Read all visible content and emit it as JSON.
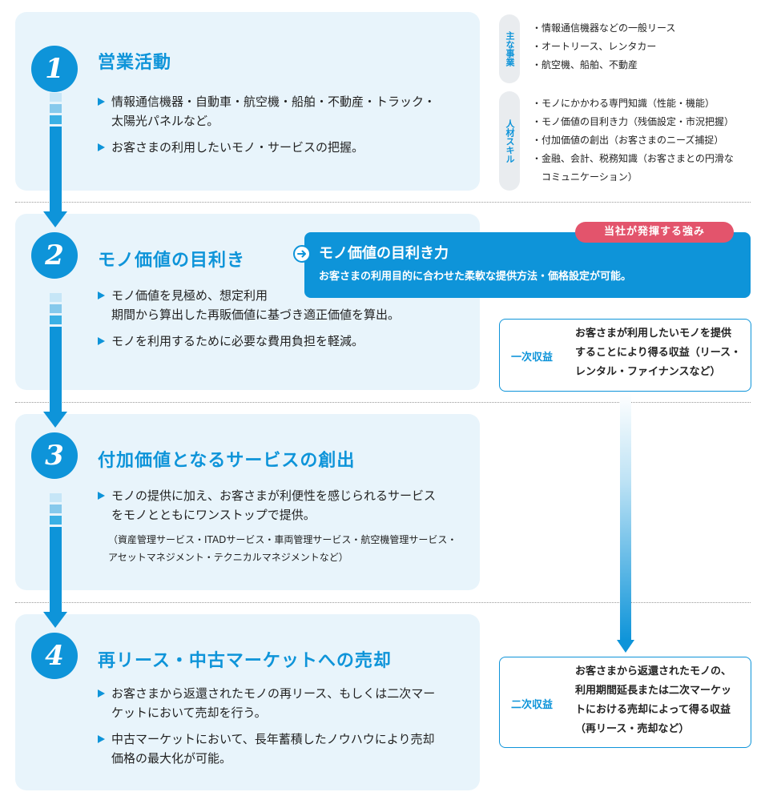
{
  "steps": [
    {
      "number": "1",
      "title": "営業活動",
      "bullets": [
        "情報通信機器・自動車・航空機・船舶・不動産・トラック・\n太陽光パネルなど。",
        "お客さまの利用したいモノ・サービスの把握。"
      ]
    },
    {
      "number": "2",
      "title": "モノ価値の目利き",
      "bullets": [
        "モノ価値を見極め、想定利用\n期間から算出した再販価値に基づき適正価値を算出。",
        "モノを利用するために必要な費用負担を軽減。"
      ]
    },
    {
      "number": "3",
      "title": "付加価値となるサービスの創出",
      "bullets": [
        "モノの提供に加え、お客さまが利便性を感じられるサービス\nをモノとともにワンストップで提供。"
      ],
      "note": "（資産管理サービス・ITADサービス・車両管理サービス・航空機管理サービス・\nアセットマネジメント・テクニカルマネジメントなど）"
    },
    {
      "number": "4",
      "title": "再リース・中古マーケットへの売却",
      "bullets": [
        "お客さまから返還されたモノの再リース、もしくは二次マー\nケットにおいて売却を行う。",
        "中古マーケットにおいて、長年蓄積したノウハウにより売却\n価格の最大化が可能。"
      ]
    }
  ],
  "side_info": {
    "main_business": {
      "label": "主な事業",
      "items": [
        "・情報通信機器などの一般リース",
        "・オートリース、レンタカー",
        "・航空機、船舶、不動産"
      ]
    },
    "hr_skills": {
      "label": "人材スキル",
      "items": [
        "・モノにかかわる専門知識（性能・機能）",
        "・モノ価値の目利き力（残価設定・市況把握）",
        "・付加価値の創出（お客さまのニーズ捕捉）",
        "・金融、会計、税務知識（お客さまとの円滑な\n　コミュニケーション）"
      ]
    }
  },
  "strength": {
    "badge": "当社が発揮する強み",
    "title": "モノ価値の目利き力",
    "subtitle": "お客さまの利用目的に合わせた柔軟な提供方法・価格設定が可能。"
  },
  "revenue": {
    "primary": {
      "label": "一次収益",
      "text": "お客さまが利用したいモノを提供\nすることにより得る収益（リース・\nレンタル・ファイナンスなど）"
    },
    "secondary": {
      "label": "二次収益",
      "text": "お客さまから返還されたモノの、\n利用期間延長または二次マーケッ\nトにおける売却によって得る収益\n（再リース・売却など）"
    }
  },
  "colors": {
    "accent": "#0e94d9",
    "panel": "#e8f4fb",
    "badge": "#e3546c"
  },
  "icons": {
    "callout": "arrow-circle-right-icon",
    "bullet": "triangle-right-icon"
  }
}
